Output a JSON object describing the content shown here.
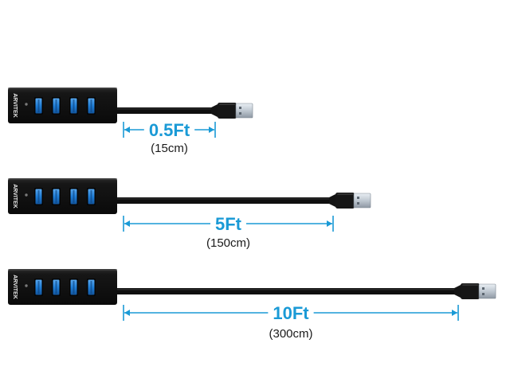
{
  "brand": "ARVITEK",
  "colors": {
    "background": "#ffffff",
    "hub_body": "#151515",
    "cable": "#0f0f0f",
    "port_blue": "#1f7fd9",
    "dimension_blue": "#1a9ad6",
    "metric_text": "#1a1a1a"
  },
  "products": [
    {
      "length_label": "0.5Ft",
      "metric_label": "(15cm)"
    },
    {
      "length_label": "5Ft",
      "metric_label": "(150cm)"
    },
    {
      "length_label": "10Ft",
      "metric_label": "(300cm)"
    }
  ]
}
